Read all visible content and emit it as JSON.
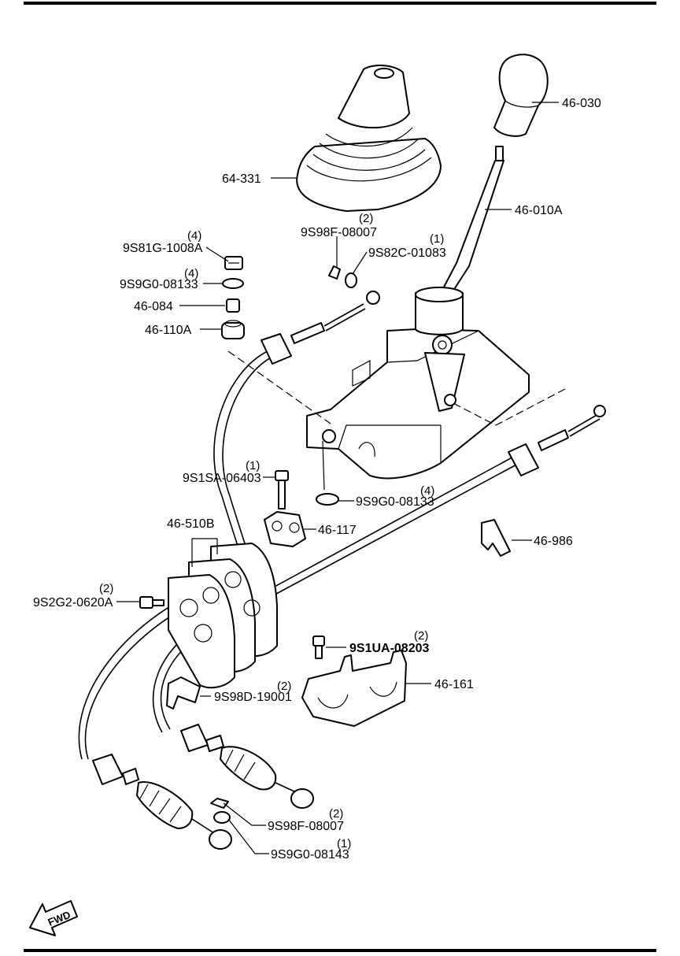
{
  "parts": {
    "knob": {
      "number": "46-030"
    },
    "boot": {
      "number": "64-331"
    },
    "lever": {
      "number": "46-010A"
    },
    "pin_a": {
      "number": "9S98F-08007",
      "qty": "(2)"
    },
    "washer_a": {
      "number": "9S82C-01083",
      "qty": "(1)"
    },
    "nut": {
      "number": "9S81G-1008A",
      "qty": "(4)"
    },
    "washer_b": {
      "number": "9S9G0-08133",
      "qty": "(4)"
    },
    "collar": {
      "number": "46-084"
    },
    "bushing": {
      "number": "46-110A"
    },
    "bolt_a": {
      "number": "9S1SA-06403",
      "qty": "(1)"
    },
    "washer_c": {
      "number": "9S9G0-08133",
      "qty": "(4)"
    },
    "clamp": {
      "number": "46-117"
    },
    "gasket": {
      "number": "46-510B"
    },
    "clip": {
      "number": "46-986"
    },
    "bolt_b": {
      "number": "9S2G2-0620A",
      "qty": "(2)"
    },
    "bolt_c": {
      "number": "9S1UA-08203",
      "qty": "(2)"
    },
    "bracket": {
      "number": "46-161"
    },
    "clip_b": {
      "number": "9S98D-19001",
      "qty": "(2)"
    },
    "pin_b": {
      "number": "9S98F-08007",
      "qty": "(2)"
    },
    "washer_d": {
      "number": "9S9G0-08143",
      "qty": "(1)"
    }
  },
  "fwd_badge": "FWD"
}
